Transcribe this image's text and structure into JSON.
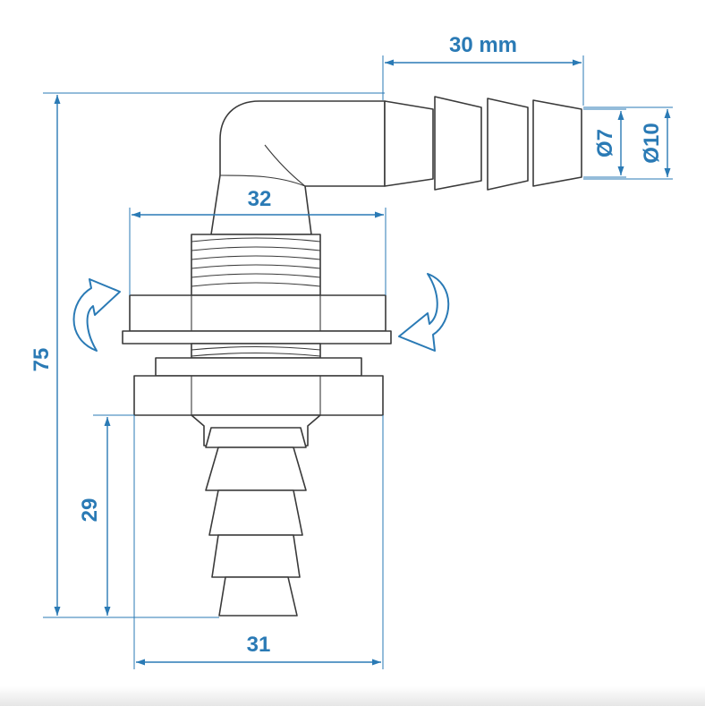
{
  "dimensions": {
    "spout_length": "30 mm",
    "inner_diameter": "Ø7",
    "outer_diameter": "Ø10",
    "nut_width": "32",
    "total_height": "75",
    "lower_length": "29",
    "flange_width": "31"
  },
  "colors": {
    "dimension_lines": "#2a7ab5",
    "outline": "#3a3a3a",
    "background": "#ffffff"
  },
  "icons": [
    "rotate-left-icon",
    "rotate-right-icon"
  ]
}
